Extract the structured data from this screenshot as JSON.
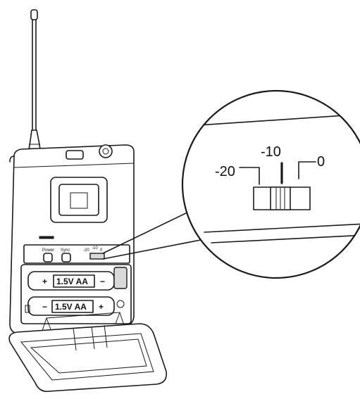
{
  "device": {
    "buttons": {
      "power": "Power",
      "sync": "Sync"
    },
    "switch_small_labels": [
      "-20",
      "-10",
      "0"
    ],
    "batteries": [
      {
        "label": "1.5V AA",
        "plus": "+",
        "minus": "−"
      },
      {
        "label": "1.5V AA",
        "plus": "+",
        "minus": "−"
      }
    ]
  },
  "zoom": {
    "labels": {
      "left": "-20",
      "center": "-10",
      "right": "0"
    }
  },
  "colors": {
    "line": "#1a1a1a",
    "background": "#ffffff",
    "shade": "#d9d9d9"
  }
}
